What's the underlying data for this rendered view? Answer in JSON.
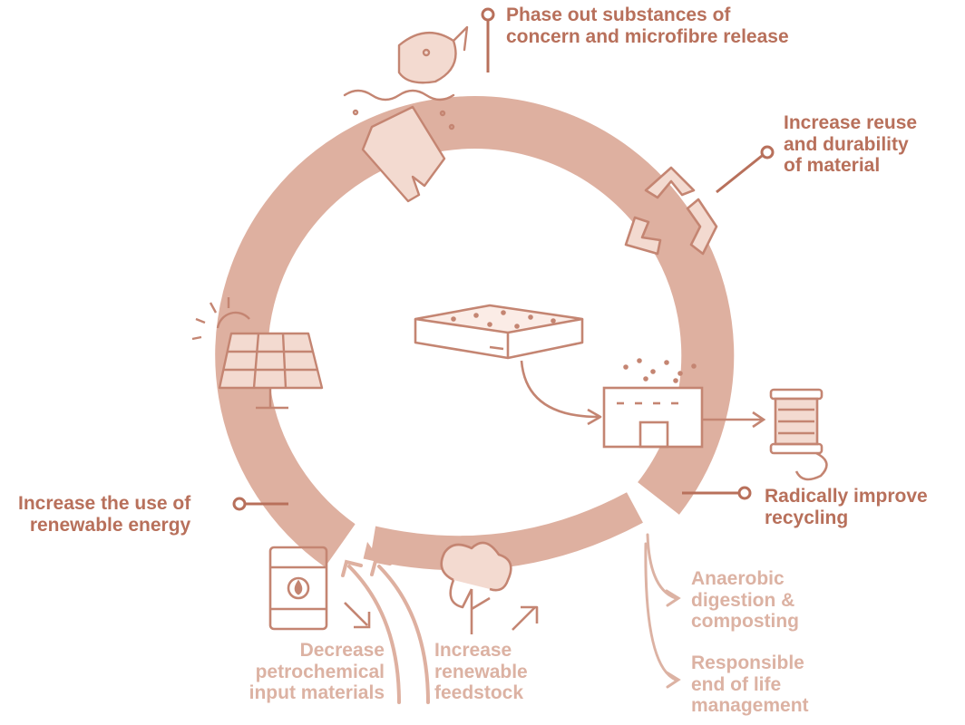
{
  "diagram": {
    "colors": {
      "ring": "#deb0a0",
      "accent_dark": "#b8705b",
      "accent_light": "#dcb2a3",
      "icon_stroke": "#c48572"
    },
    "labels": {
      "phase_out": "Phase out substances of\nconcern and microfibre release",
      "reuse": "Increase reuse\nand durability\nof material",
      "recycling": "Radically improve\nrecycling",
      "renewable_energy": "Increase the use of\nrenewable energy",
      "decrease_petro": "Decrease\npetrochemical\ninput materials",
      "increase_feedstock": "Increase\nrenewable\nfeedstock",
      "anaerobic": "Anaerobic\ndigestion &\ncomposting",
      "responsible": "Responsible\nend of life\nmanagement"
    },
    "icons": [
      "fish-plastic-icon",
      "recycle-icon",
      "solar-panel-icon",
      "mattress-icon",
      "shredder-box-icon",
      "thread-spool-icon",
      "oil-barrel-icon",
      "cotton-plant-icon"
    ]
  }
}
